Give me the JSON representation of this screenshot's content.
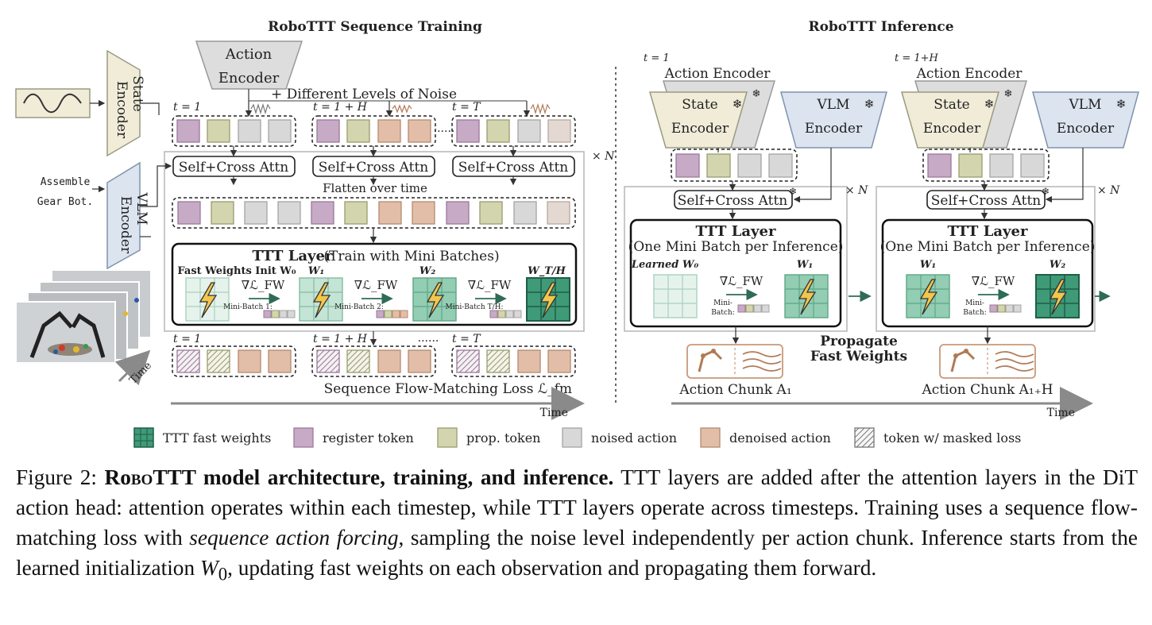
{
  "training": {
    "title": "RoboTTT Sequence Training",
    "action_encoder": [
      "Action",
      "Encoder"
    ],
    "state_encoder": [
      "State",
      "Encoder"
    ],
    "vlm_encoder": [
      "VLM",
      "Encoder"
    ],
    "instruction": [
      "Assemble",
      "Gear Bot."
    ],
    "noise_label": "+ Different Levels of Noise",
    "t_labels": [
      "t = 1",
      "t = 1 + H",
      "t = T"
    ],
    "attn_label": "Self+Cross Attn",
    "repeat_label": "× N",
    "flatten_label": "Flatten over time",
    "ttt_title": "TTT Layer",
    "ttt_subtitle": "(Train with Mini Batches)",
    "fast_init": "Fast Weights Init W₀",
    "w_labels": [
      "W₁",
      "W₂",
      "W_T/H"
    ],
    "grad_label": "∇ℒ_FW",
    "minibatch_labels": [
      "Mini-Batch 1:",
      "Mini-Batch 2:",
      "Mini-Batch T/H:"
    ],
    "ellipsis": "......",
    "loss_label": "Sequence Flow-Matching Loss ℒ_fm",
    "time_label": "Time",
    "photo_time": "Time"
  },
  "inference": {
    "title": "RoboTTT Inference",
    "t_labels": [
      "t = 1",
      "t = 1+H"
    ],
    "action_encoder": "Action Encoder",
    "state_encoder": [
      "State",
      "Encoder"
    ],
    "vlm_encoder": [
      "VLM",
      "Encoder"
    ],
    "attn_label": "Self+Cross Attn",
    "repeat_label": "× N",
    "ttt_title": "TTT Layer",
    "ttt_subtitle": "(One Mini Batch per Inference)",
    "left_w": [
      "Learned W₀",
      "W₁"
    ],
    "right_w": [
      "W₁",
      "W₂"
    ],
    "grad_label": "∇ℒ_FW",
    "minibatch_label": [
      "Mini-",
      "Batch:"
    ],
    "propagate": [
      "Propagate",
      "Fast Weights"
    ],
    "chunks": [
      "Action Chunk A₁",
      "Action Chunk A₁₊H"
    ],
    "time_label": "Time"
  },
  "legend": [
    {
      "label": "TTT fast weights",
      "kind": "grid"
    },
    {
      "label": "register token",
      "kind": "register"
    },
    {
      "label": "prop. token",
      "kind": "prop"
    },
    {
      "label": "noised action",
      "kind": "noised"
    },
    {
      "label": "denoised action",
      "kind": "denoised"
    },
    {
      "label": "token w/ masked loss",
      "kind": "hatch"
    }
  ],
  "colors": {
    "register": "#c7aac6",
    "register_edge": "#9a7a99",
    "prop": "#d3d5ae",
    "prop_edge": "#9a9c6e",
    "noised": "#d8d8d8",
    "noised_edge": "#a5a5a5",
    "denoised": "#e2bea8",
    "denoised_edge": "#b58a70",
    "encoder_tan": "#f0ecd8",
    "encoder_blue": "#dbe4ef",
    "green_light": "#dcefe6",
    "green_mid": "#a6d6c0",
    "green_dark": "#3f9a78",
    "bolt": "#f2c64d"
  },
  "caption": {
    "prefix": "Figure 2: ",
    "bold_a": "Ro",
    "bold_b": "bo",
    "bold_c": "TTT model architecture, training, and inference.",
    "text1": " TTT layers are added after the attention layers in the DiT action head: attention operates within each timestep, while TTT layers operate across timesteps. Training uses a sequence flow-matching loss with ",
    "italic": "sequence action forcing",
    "text2": ", sampling the noise level independently per action chunk. Inference starts from the learned initialization ",
    "math": "W",
    "math_sub": "0",
    "text3": ", updating fast weights on each observation and propagating them forward."
  }
}
